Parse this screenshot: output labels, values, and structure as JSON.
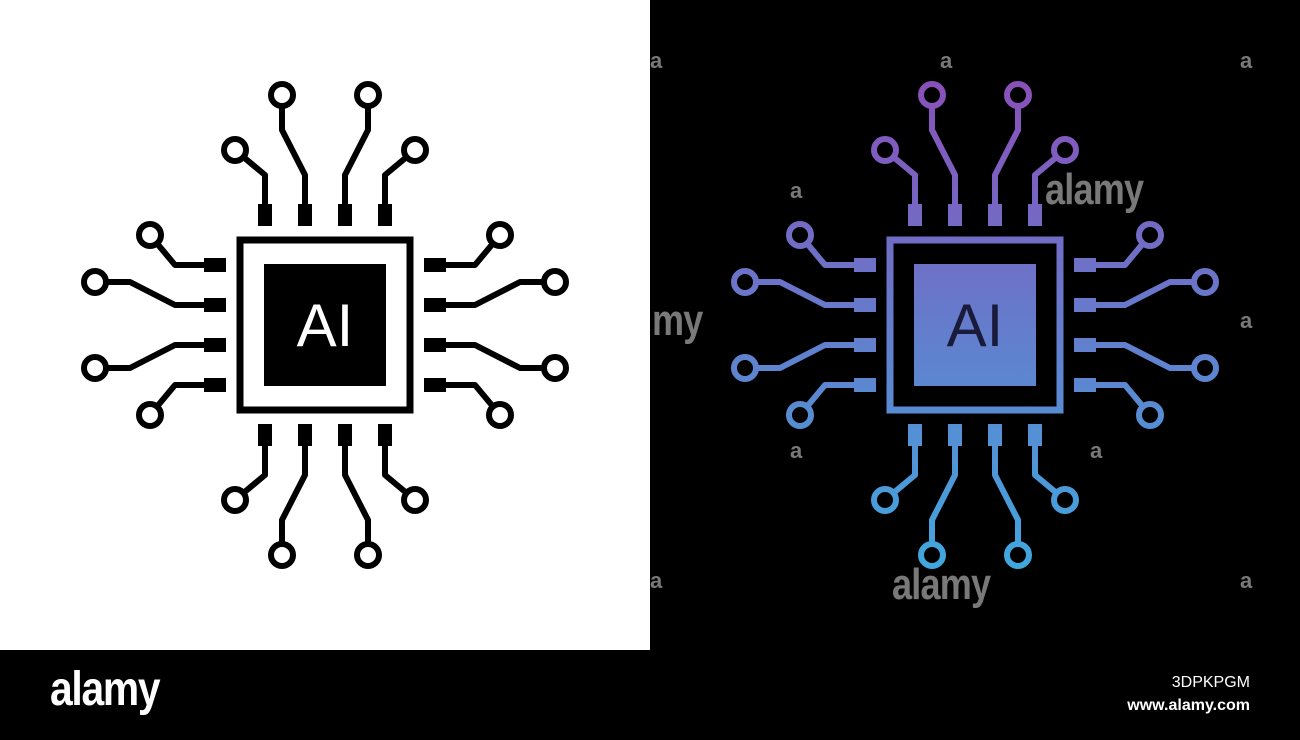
{
  "chip_label": "AI",
  "colors": {
    "left_background": "#ffffff",
    "left_stroke": "#000000",
    "left_chip_fill": "#000000",
    "left_label_color": "#ffffff",
    "right_background": "#000000",
    "gradient_top": "#8a4fb8",
    "gradient_bottom": "#3fa9df",
    "right_label_color": "#1a1a3a"
  },
  "icons": [
    "ai-chip-icon-outline",
    "ai-chip-icon-gradient"
  ],
  "watermarks": {
    "brand": "alamy",
    "letter": "a",
    "partial": "my"
  },
  "footer": {
    "logo": "alamy",
    "image_id": "3DPKPGM",
    "url": "www.alamy.com"
  }
}
